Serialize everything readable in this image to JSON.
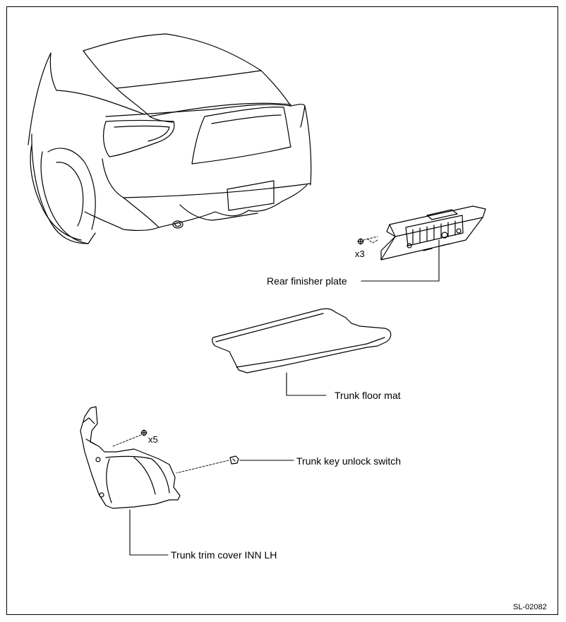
{
  "labels": {
    "rear_finisher_plate": "Rear finisher plate",
    "trunk_floor_mat": "Trunk floor mat",
    "trunk_key_unlock_switch": "Trunk key unlock switch",
    "trunk_trim_cover": "Trunk trim cover INN LH"
  },
  "quantities": {
    "finisher_clips": "x3",
    "trim_clips": "x5"
  },
  "figure_code": "SL-02082"
}
